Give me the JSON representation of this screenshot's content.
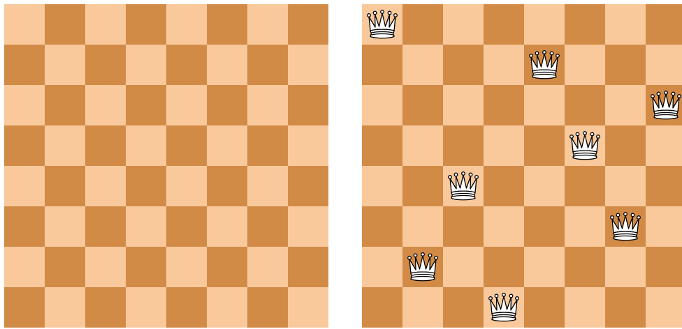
{
  "colors": {
    "light_square": "#f9c99c",
    "dark_square": "#d18b47",
    "queen_fill": "#ffffff",
    "queen_outline": "#000000"
  },
  "boards": [
    {
      "id": "empty-board",
      "size": 8,
      "queens": []
    },
    {
      "id": "solution-board",
      "size": 8,
      "queens": [
        {
          "row": 0,
          "col": 0
        },
        {
          "row": 1,
          "col": 4
        },
        {
          "row": 2,
          "col": 7
        },
        {
          "row": 3,
          "col": 5
        },
        {
          "row": 4,
          "col": 2
        },
        {
          "row": 5,
          "col": 6
        },
        {
          "row": 6,
          "col": 1
        },
        {
          "row": 7,
          "col": 3
        }
      ]
    }
  ],
  "piece_icon": "white-queen-icon"
}
